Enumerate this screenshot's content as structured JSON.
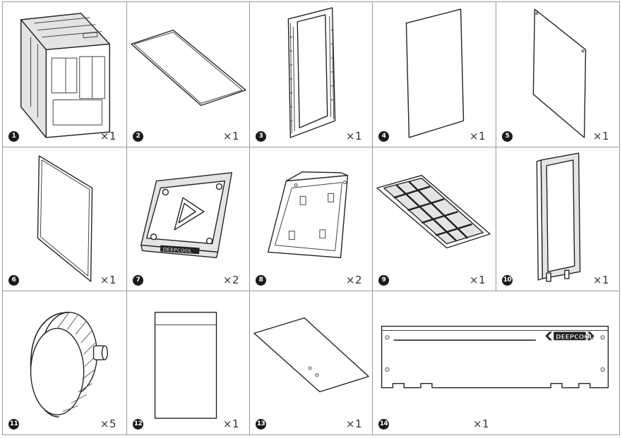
{
  "parts": [
    {
      "number": "1",
      "quantity": "×1",
      "icon": "chassis-icon"
    },
    {
      "number": "2",
      "quantity": "×1",
      "icon": "glass-panel-icon"
    },
    {
      "number": "3",
      "quantity": "×1",
      "icon": "dust-filter-frame-icon"
    },
    {
      "number": "4",
      "quantity": "×1",
      "icon": "side-panel-icon"
    },
    {
      "number": "5",
      "quantity": "×1",
      "icon": "side-panel-icon"
    },
    {
      "number": "6",
      "quantity": "×1",
      "icon": "side-panel-icon"
    },
    {
      "number": "7",
      "quantity": "×2",
      "icon": "drive-tray-icon"
    },
    {
      "number": "8",
      "quantity": "×2",
      "icon": "ssd-bracket-icon"
    },
    {
      "number": "9",
      "quantity": "×1",
      "icon": "mesh-filter-icon"
    },
    {
      "number": "10",
      "quantity": "×1",
      "icon": "vertical-bracket-icon"
    },
    {
      "number": "11",
      "quantity": "×5",
      "icon": "thumb-screw-icon"
    },
    {
      "number": "12",
      "quantity": "×1",
      "icon": "accessory-bag-icon"
    },
    {
      "number": "13",
      "quantity": "×1",
      "icon": "bottom-plate-icon"
    },
    {
      "number": "14",
      "quantity": "×1",
      "icon": "psu-shroud-icon"
    }
  ],
  "branding": {
    "logo_text": "DEEPCOOL"
  }
}
